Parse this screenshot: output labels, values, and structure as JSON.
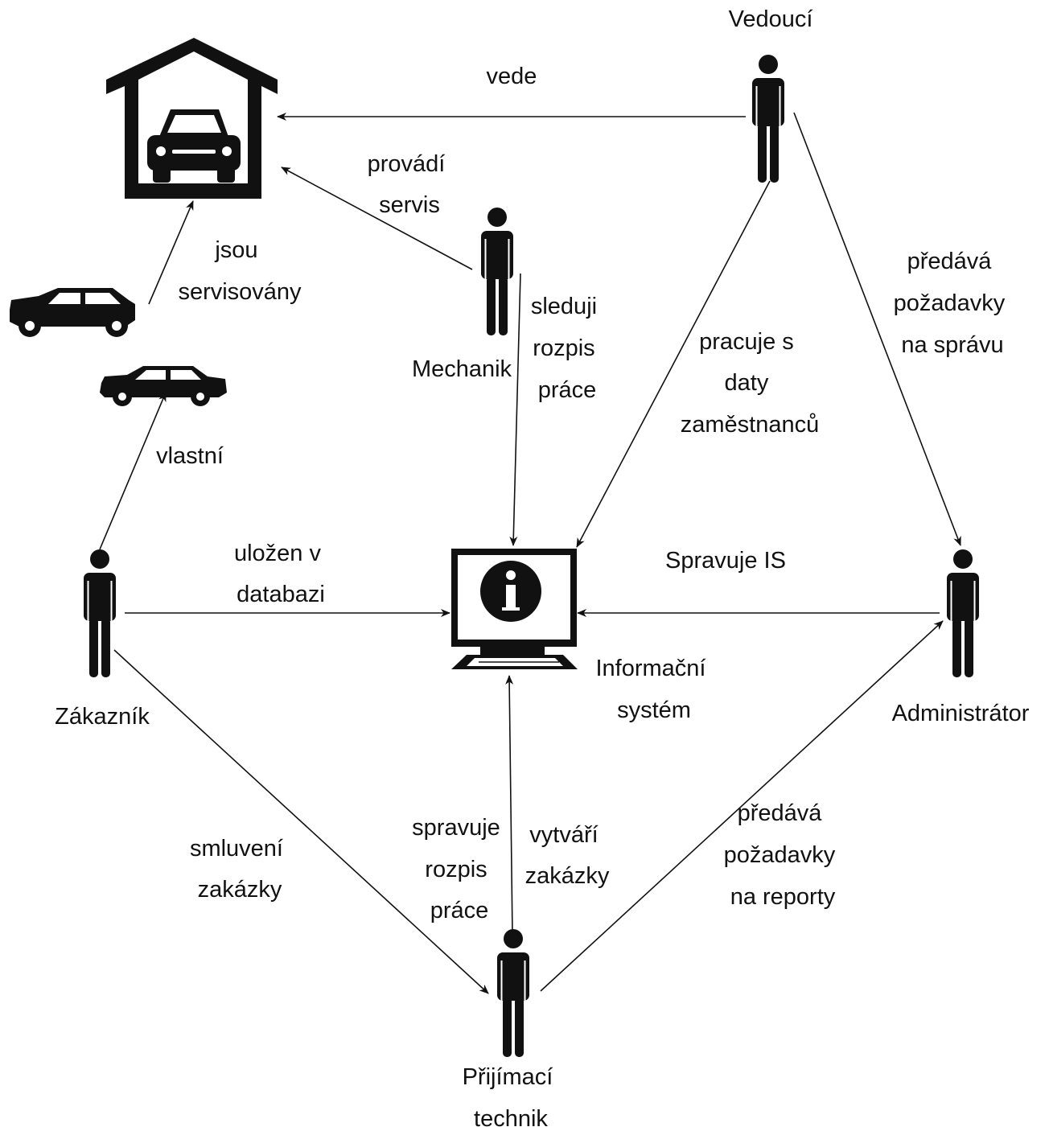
{
  "colors": {
    "ink": "#111111",
    "background": "#ffffff"
  },
  "nodes": {
    "garage": {
      "icon": "garage-icon"
    },
    "car_large": {
      "icon": "car-icon"
    },
    "car_small": {
      "icon": "car-icon"
    },
    "information_system": {
      "icon": "computer-info-icon",
      "label": [
        "Informační",
        "systém"
      ]
    },
    "vedouci": {
      "icon": "person-icon",
      "label": [
        "Vedoucí"
      ]
    },
    "mechanik": {
      "icon": "person-icon",
      "label": [
        "Mechanik"
      ]
    },
    "zakaznik": {
      "icon": "person-icon",
      "label": [
        "Zákazník"
      ]
    },
    "administrator": {
      "icon": "person-icon",
      "label": [
        "Administrátor"
      ]
    },
    "prijimaci_technik": {
      "icon": "person-icon",
      "label": [
        "Přijímací",
        "technik"
      ]
    }
  },
  "edges": {
    "vede": [
      "vede"
    ],
    "provadi_servis": [
      "provádí",
      "servis"
    ],
    "jsou_servisovany": [
      "jsou",
      "servisovány"
    ],
    "vlastni": [
      "vlastní"
    ],
    "sleduji_rozpis_prace": [
      "sleduji",
      "rozpis",
      "práce"
    ],
    "pracuje_s_daty_zamestnancu": [
      "pracuje s",
      "daty",
      "zaměstnanců"
    ],
    "predava_pozadavky_na_spravu": [
      "předává",
      "požadavky",
      "na správu"
    ],
    "ulozen_v_databazi": [
      "uložen v",
      "databazi"
    ],
    "spravuje_is": [
      "Spravuje IS"
    ],
    "smluveni_zakazky": [
      "smluvení",
      "zakázky"
    ],
    "spravuje_rozpis_prace": [
      "spravuje",
      "rozpis",
      "práce"
    ],
    "vytvari_zakazky": [
      "vytváří",
      "zakázky"
    ],
    "predava_pozadavky_na_reporty": [
      "předává",
      "požadavky",
      "na reporty"
    ]
  }
}
